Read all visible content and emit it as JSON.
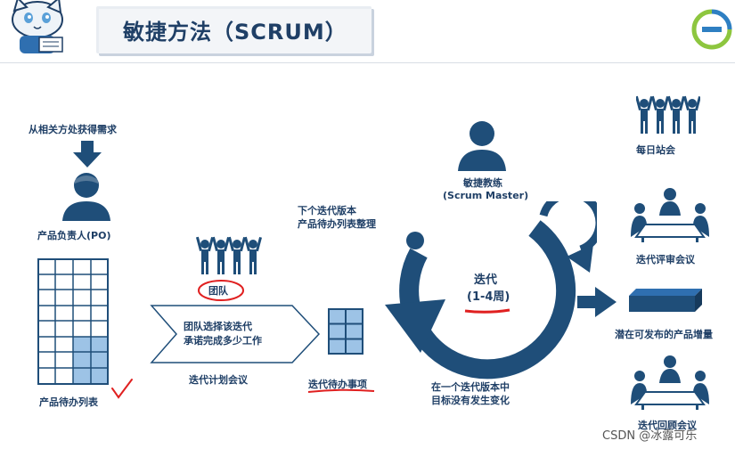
{
  "title": "敏捷方法（SCRUM）",
  "labels": {
    "gather_requirements": "从相关方处获得需求",
    "product_owner": "产品负责人(PO)",
    "product_backlog": "产品待办列表",
    "team": "团队",
    "commit_text_line1": "团队选择该迭代",
    "commit_text_line2": "承诺完成多少工作",
    "sprint_planning": "迭代计划会议",
    "backlog_refine_line1": "下个迭代版本",
    "backlog_refine_line2": "产品待办列表整理",
    "sprint_backlog": "迭代待办事项",
    "scrum_master_line1": "敏捷教练",
    "scrum_master_line2": "(Scrum Master)",
    "sprint_line1": "迭代",
    "sprint_line2": "(1-4周)",
    "no_change_line1": "在一个迭代版本中",
    "no_change_line2": "目标没有发生变化",
    "daily_standup": "每日站会",
    "sprint_review": "迭代评审会议",
    "increment": "潜在可发布的产品增量",
    "retrospective": "迭代回顾会议"
  },
  "watermark": "CSDN @冰露可乐",
  "colors": {
    "navy": "#1f4e79",
    "dark_navy": "#1f3f66",
    "light_blue": "#9dc3e6",
    "annotation_red": "#e02020",
    "logo_green": "#8dc63f",
    "logo_blue": "#2e7fc2"
  },
  "icons": [
    "cat-mascot-icon",
    "brand-logo-icon",
    "down-arrow-icon",
    "person-icon",
    "team-icon",
    "meeting-icon",
    "chevron-arrow-icon",
    "cycle-arrow-icon",
    "checkmark-icon"
  ]
}
